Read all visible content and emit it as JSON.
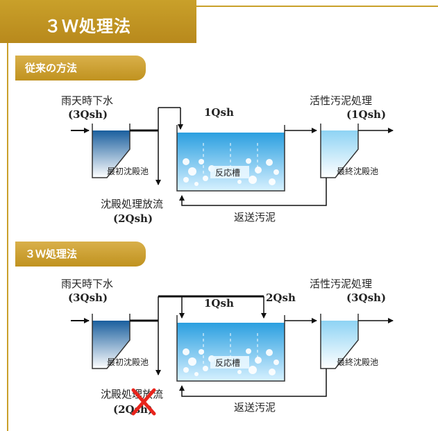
{
  "header": {
    "title": "３Ｗ処理法"
  },
  "sections": [
    {
      "pill": "従来の方法",
      "inflow_label": "雨天時下水",
      "inflow_flow": "(3Qsh)",
      "primary_tank": "最初沈殿池",
      "reactor_flow": "1Qsh",
      "reactor_tank": "反応槽",
      "secondary_title": "活性汚泥処理",
      "secondary_flow": "(1Qsh)",
      "final_tank": "最終沈殿池",
      "discharge_label": "沈殿処理放流",
      "discharge_flow": "(2Qsh)",
      "return_label": "返送汚泥"
    },
    {
      "pill": "３Ｗ処理法",
      "inflow_label": "雨天時下水",
      "inflow_flow": "(3Qsh)",
      "primary_tank": "最初沈殿池",
      "reactor_flow": "1Qsh",
      "step_flow": "2Qsh",
      "reactor_tank": "反応槽",
      "secondary_title": "活性汚泥処理",
      "secondary_flow": "(3Qsh)",
      "final_tank": "最終沈殿池",
      "discharge_label": "沈殿処理放流",
      "discharge_flow": "(2Qsh)",
      "return_label": "返送汚泥"
    }
  ],
  "colors": {
    "gold": "#c9a02a",
    "water_dark": "#1a5f9e",
    "water_light": "#6fc3ee",
    "cross": "#e8241c"
  }
}
